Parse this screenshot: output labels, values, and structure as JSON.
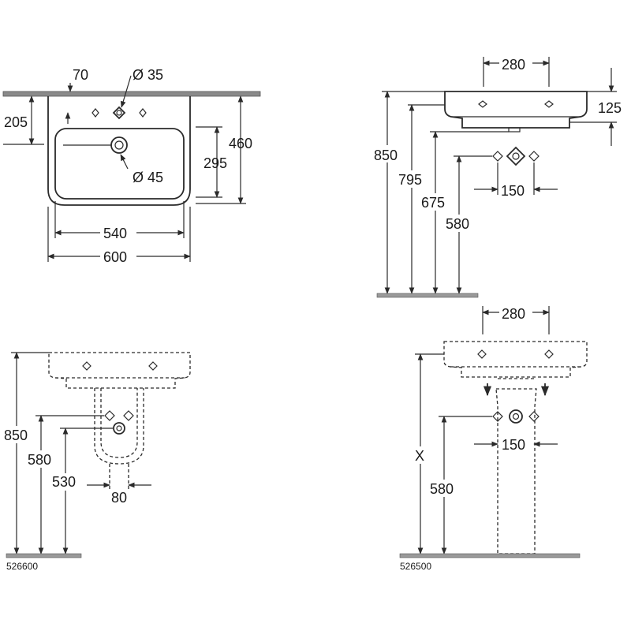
{
  "top_view": {
    "dims": {
      "d70": "70",
      "d35": "Ø 35",
      "d205": "205",
      "d460": "460",
      "d295": "295",
      "d45": "Ø 45",
      "d540": "540",
      "d600": "600"
    }
  },
  "side_wall": {
    "dims": {
      "d280": "280",
      "d125": "125",
      "d850": "850",
      "d795": "795",
      "d675": "675",
      "d580": "580",
      "d150": "150"
    }
  },
  "half_pedestal": {
    "dims": {
      "d850": "850",
      "d580": "580",
      "d530": "530",
      "d80": "80"
    },
    "code": "526600"
  },
  "full_pedestal": {
    "dims": {
      "d280": "280",
      "dx": "X",
      "d150": "150",
      "d580": "580"
    },
    "code": "526500"
  }
}
